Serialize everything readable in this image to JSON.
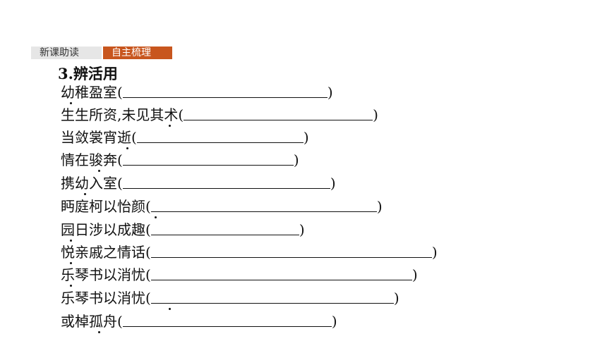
{
  "tabs": [
    {
      "label": "新课助读"
    },
    {
      "label": "自主梳理"
    }
  ],
  "heading": "3.辨活用",
  "items": [
    {
      "text": "幼稚盈室",
      "open": "(",
      "close": ")"
    },
    {
      "text": "生生所资,未见其术",
      "open": "(",
      "close": ")"
    },
    {
      "text": "当敛裳宵逝",
      "open": "(",
      "close": ")"
    },
    {
      "text": "情在骏奔",
      "open": "(",
      "close": ")"
    },
    {
      "text": "携幼入室",
      "open": "(",
      "close": ")"
    },
    {
      "text": "眄庭柯以怡颜",
      "open": "(",
      "close": ")"
    },
    {
      "text": "园日涉以成趣",
      "open": "(",
      "close": ")"
    },
    {
      "text": "悦亲戚之情话",
      "open": "(",
      "close": ")"
    },
    {
      "text": "乐琴书以消忧",
      "open": "(",
      "close": ")"
    },
    {
      "text": "乐琴书以消忧",
      "open": "(",
      "close": ")"
    },
    {
      "text": "或棹孤舟",
      "open": "(",
      "close": ")"
    }
  ]
}
